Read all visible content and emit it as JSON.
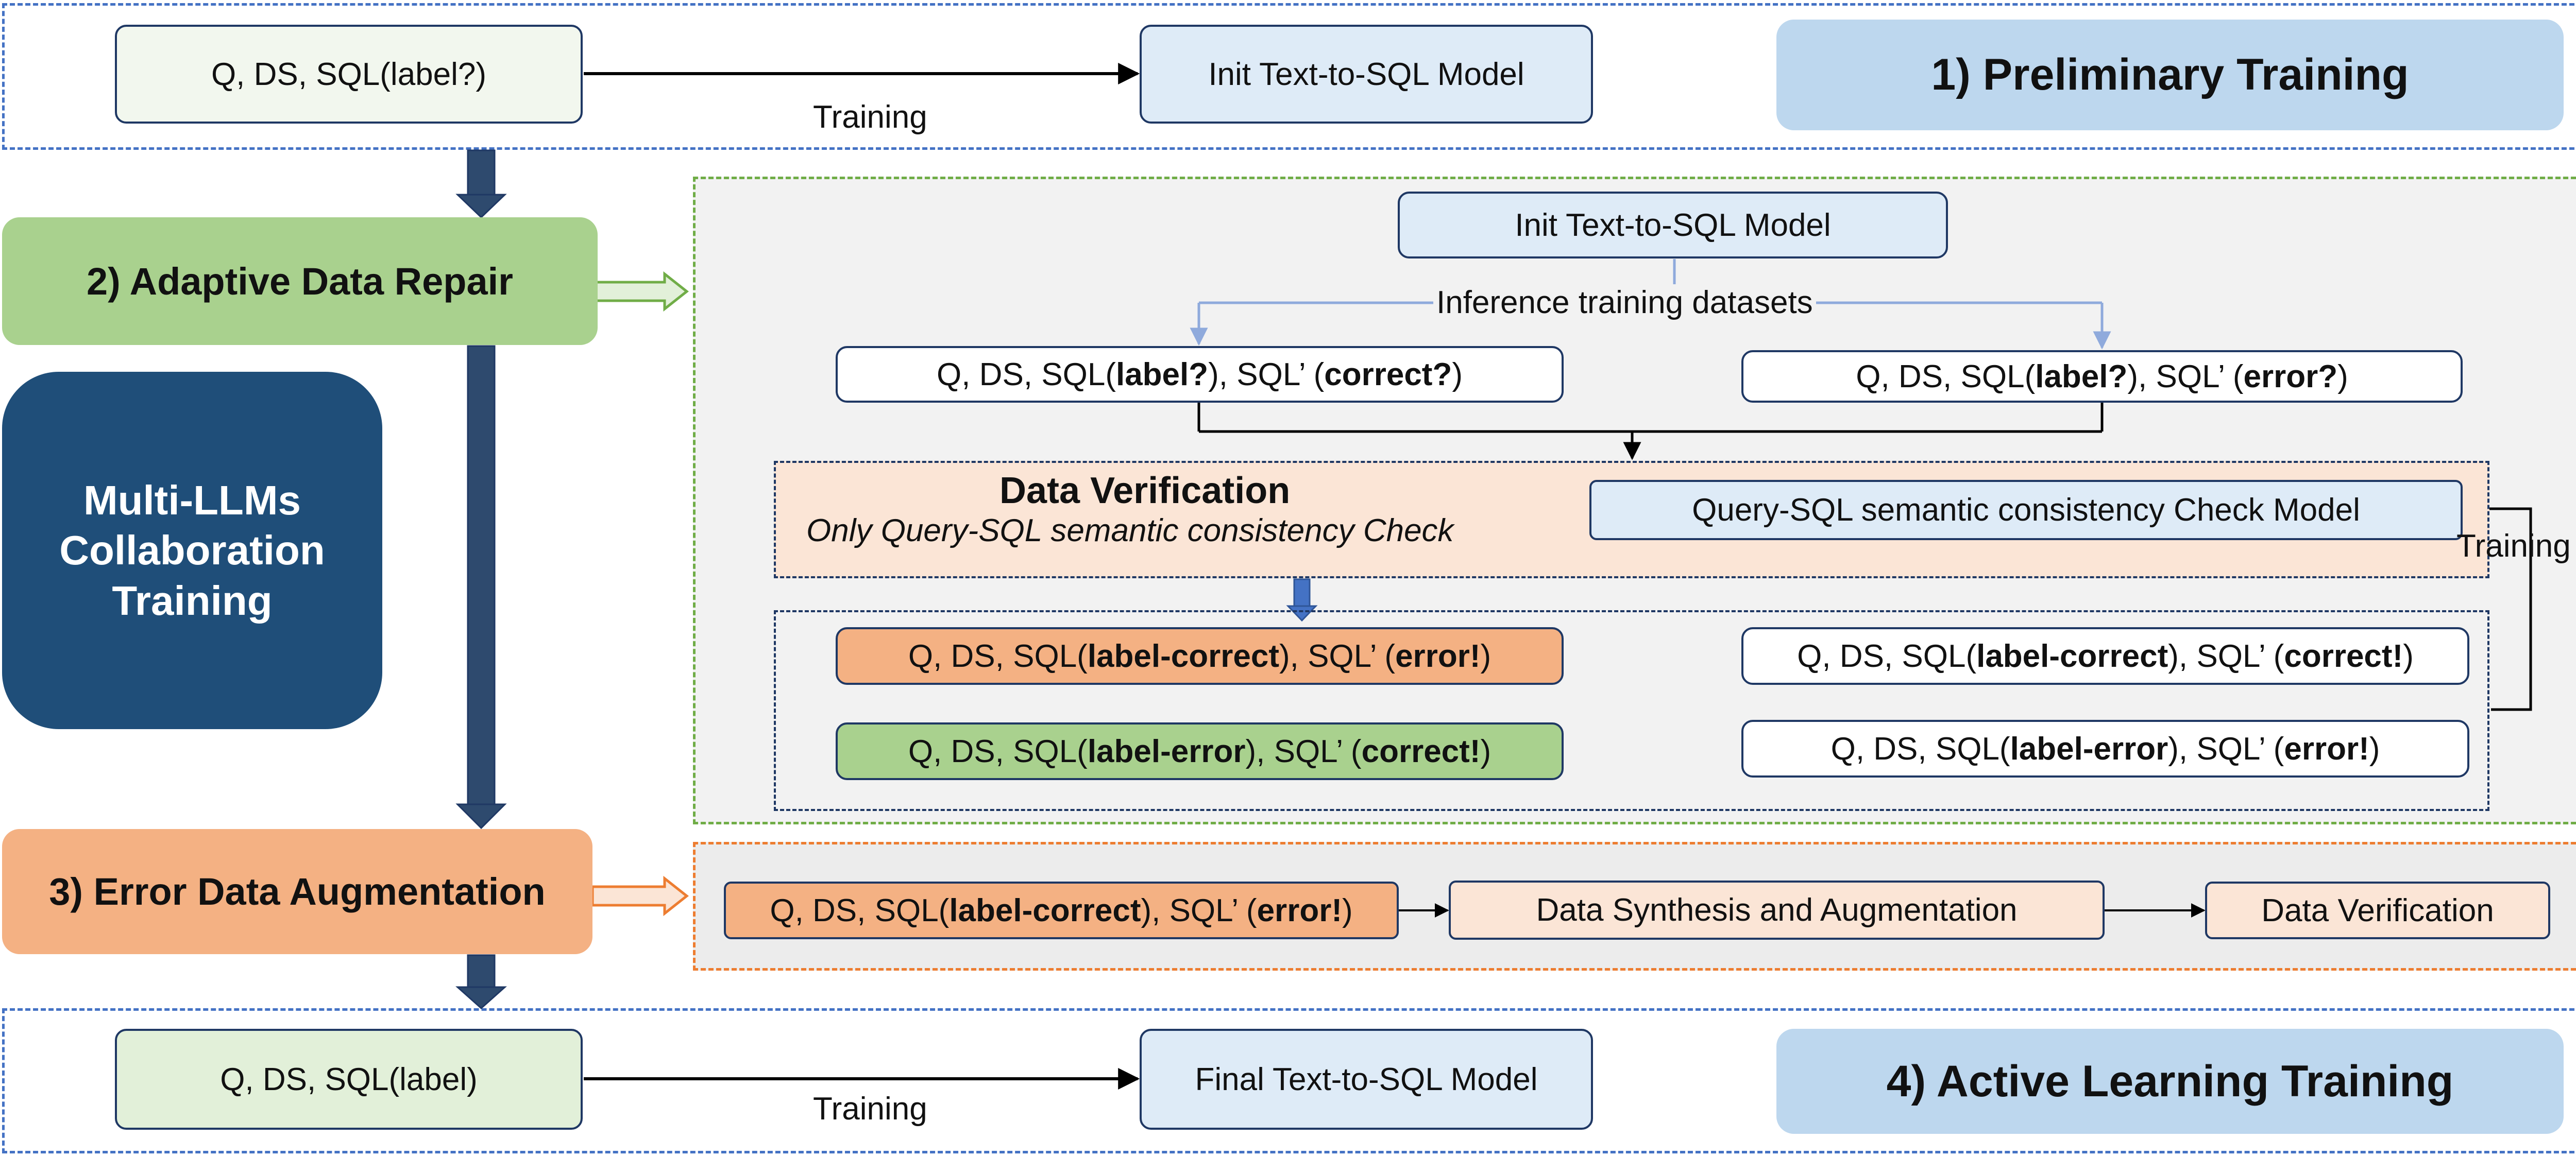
{
  "stages": {
    "preliminary": "1) Preliminary Training",
    "adaptive_repair": "2) Adaptive Data Repair",
    "error_augmentation": "3) Error Data Augmentation",
    "active_learning": "4) Active Learning Training",
    "collaboration_line1": "Multi-LLMs",
    "collaboration_line2": "Collaboration",
    "collaboration_line3": "Training"
  },
  "top": {
    "input": "Q, DS, SQL(label?)",
    "model": "Init Text-to-SQL Model",
    "edge": "Training"
  },
  "repair": {
    "model": "Init Text-to-SQL Model",
    "inference": "Inference training datasets",
    "left": {
      "prefix": "Q, DS, SQL(",
      "label": "label?",
      "mid": "),  SQL’   (",
      "flag": "correct?",
      "suffix": ")"
    },
    "right": {
      "prefix": "Q, DS, SQL(",
      "label": "label?",
      "mid": "), SQL’   (",
      "flag": "error?",
      "suffix": ")"
    },
    "verification_title": "Data Verification",
    "verification_subtitle": "Only Query-SQL semantic consistency Check",
    "check_model": "Query-SQL semantic consistency Check Model",
    "training": "Training",
    "outcomes": [
      {
        "prefix": "Q, DS, SQL(",
        "label": "label-correct",
        "mid": "), SQL’   (",
        "flag": "error!",
        "suffix": ")",
        "color": "#f4b183"
      },
      {
        "prefix": "Q, DS, SQL(",
        "label": "label-correct",
        "mid": "),  SQL’   (",
        "flag": "correct!",
        "suffix": ")",
        "color": "#ffffff"
      },
      {
        "prefix": "Q, DS, SQL(",
        "label": "label-error",
        "mid": "),  SQL’   (",
        "flag": "correct!",
        "suffix": ")",
        "color": "#a9d18e"
      },
      {
        "prefix": "Q, DS, SQL(",
        "label": "label-error",
        "mid": "),  SQL’   (",
        "flag": "error!",
        "suffix": ")",
        "color": "#ffffff"
      }
    ]
  },
  "augmentation": {
    "input": {
      "prefix": "Q, DS, SQL(",
      "label": "label-correct",
      "mid": "), SQL’   (",
      "flag": "error!",
      "suffix": ")"
    },
    "synthesis": "Data Synthesis and Augmentation",
    "verification": "Data Verification"
  },
  "bottom": {
    "input": "Q, DS, SQL(label)",
    "model": "Final Text-to-SQL Model",
    "edge": "Training"
  },
  "colors": {
    "navy": "#1f3864",
    "light_blue_box": "#deebf7",
    "stage_blue": "#bdd7ee",
    "stage_green": "#a9d18e",
    "stage_orange": "#f4b183",
    "collab_navy": "#1f4e79",
    "pale_green": "#e2f0d9",
    "peach": "#fbe5d6",
    "panel_gray": "#f2f2f2",
    "dashed_blue": "#4472c4",
    "dashed_green": "#70ad47",
    "dashed_orange": "#ed7d31"
  }
}
